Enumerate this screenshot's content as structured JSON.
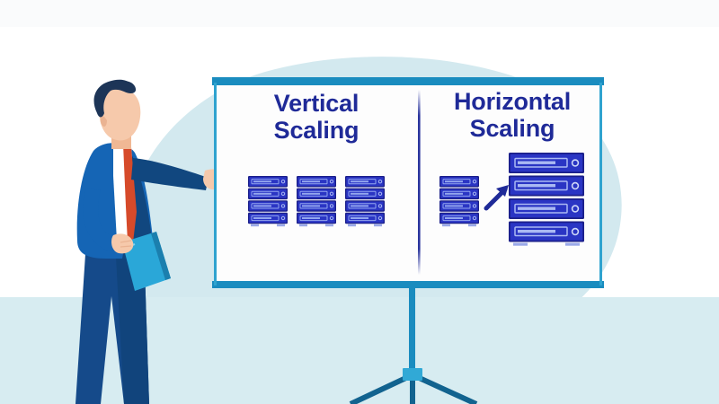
{
  "illustration": {
    "subject": "vertical-vs-horizontal-scaling-presentation",
    "background_color": "#ffffff",
    "blob_color": "#d3e9ef",
    "ground_band_color": "#d7ecf1"
  },
  "board": {
    "frame_color": "#1a8cbf",
    "surface_color": "#fdfdfd",
    "divider_color": "#1f2a98",
    "left_panel": {
      "title": "Vertical\nScaling",
      "title_color": "#1f2a98"
    },
    "right_panel": {
      "title": "Horizontal\nScaling",
      "title_color": "#1f2a98"
    }
  },
  "diagram": {
    "vertical": {
      "stack_count": 3,
      "units_per_stack": 4,
      "server_body_color": "#2a35c4",
      "server_edge_color": "#1b1f8a",
      "server_detail_color": "#93a6ef"
    },
    "horizontal": {
      "source_stack_units": 4,
      "target_rack_units": 4,
      "arrow_color": "#1f2a98",
      "server_body_color": "#2a35c4",
      "server_edge_color": "#1b1f8a",
      "server_detail_color": "#93a6ef",
      "indicator_color": "#cdd6f7"
    }
  },
  "stand": {
    "post_color": "#1a8cbf",
    "hub_color": "#31a9d6",
    "leg_color": "#12638f"
  },
  "presenter": {
    "role": "presenter-pointing-at-board",
    "hair_color": "#1d3557",
    "skin_color": "#f6c9ab",
    "suit_color": "#1565b5",
    "suit_dark_color": "#11477f",
    "trouser_color": "#154a8a",
    "shirt_color": "#ffffff",
    "tie_color": "#d64a2a",
    "folder_color": "#2aa7d8",
    "folder_edge_color": "#1b7fae"
  }
}
